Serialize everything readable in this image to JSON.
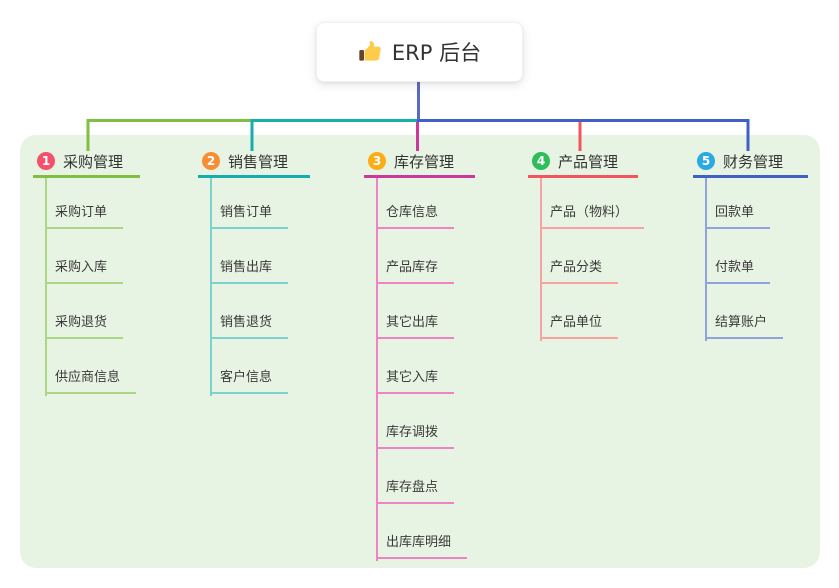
{
  "root": {
    "title": "ERP 后台",
    "icon": "thumbs-up-icon"
  },
  "connector": {
    "root_line_color": "#5A6BC5"
  },
  "canvas": {
    "background": "#FFFFFF",
    "panel_background": "#E8F4E3"
  },
  "branches": [
    {
      "number": "1",
      "title": "采购管理",
      "color": "#82BE41",
      "light_color": "#ABD684",
      "badge_color": "#F4516C",
      "children": [
        "采购订单",
        "采购入库",
        "采购退货",
        "供应商信息"
      ]
    },
    {
      "number": "2",
      "title": "销售管理",
      "color": "#16AEAB",
      "light_color": "#7CD3CD",
      "badge_color": "#F88E33",
      "children": [
        "销售订单",
        "销售出库",
        "销售退货",
        "客户信息"
      ]
    },
    {
      "number": "3",
      "title": "库存管理",
      "color": "#CB3A9B",
      "light_color": "#F083C5",
      "badge_color": "#FBAD18",
      "children": [
        "仓库信息",
        "产品库存",
        "其它出库",
        "其它入库",
        "库存调拨",
        "库存盘点",
        "出库库明细"
      ]
    },
    {
      "number": "4",
      "title": "产品管理",
      "color": "#F2555A",
      "light_color": "#F9A3A0",
      "badge_color": "#2FBD5C",
      "children": [
        "产品（物料）",
        "产品分类",
        "产品单位"
      ]
    },
    {
      "number": "5",
      "title": "财务管理",
      "color": "#3F60C5",
      "light_color": "#90A3DC",
      "badge_color": "#2BA9E2",
      "children": [
        "回款单",
        "付款单",
        "结算账户"
      ]
    }
  ]
}
